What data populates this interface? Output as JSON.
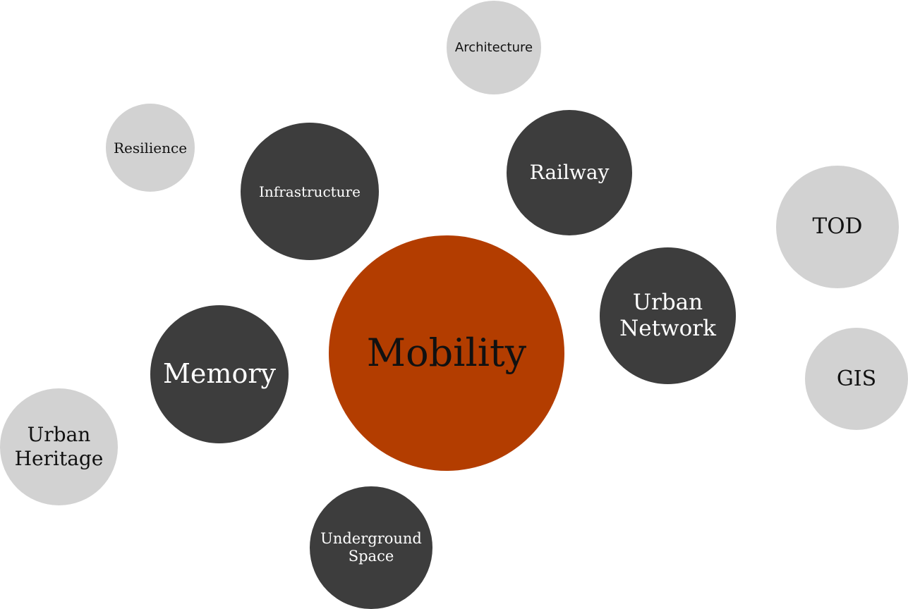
{
  "diagram": {
    "center": {
      "label": "Mobility",
      "color": "#b33d00"
    },
    "nodes": [
      {
        "id": "architecture",
        "label": "Architecture",
        "tone": "light"
      },
      {
        "id": "resilience",
        "label": "Resilience",
        "tone": "light"
      },
      {
        "id": "infrastructure",
        "label": "Infrastructure",
        "tone": "dark"
      },
      {
        "id": "railway",
        "label": "Railway",
        "tone": "dark"
      },
      {
        "id": "tod",
        "label": "TOD",
        "tone": "light"
      },
      {
        "id": "urban_network",
        "label": "Urban Network",
        "tone": "dark"
      },
      {
        "id": "gis",
        "label": "GIS",
        "tone": "light"
      },
      {
        "id": "memory",
        "label": "Memory",
        "tone": "dark"
      },
      {
        "id": "urban_heritage",
        "label": "Urban Heritage",
        "tone": "light"
      },
      {
        "id": "underground_space",
        "label": "Underground Space",
        "tone": "dark"
      }
    ],
    "colors": {
      "dark": "#3d3d3d",
      "light": "#d2d2d2",
      "accent": "#b33d00"
    }
  }
}
